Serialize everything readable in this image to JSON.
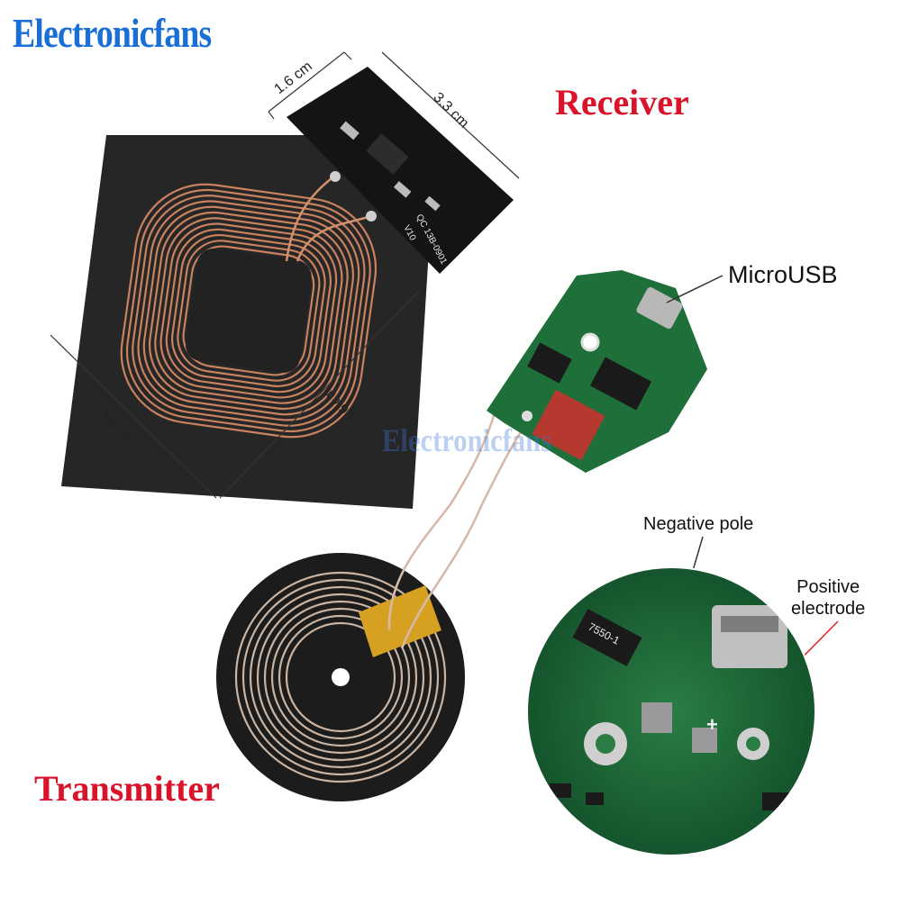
{
  "brand": "Electronicfans",
  "watermark": "Electronicfans",
  "labels": {
    "receiver": "Receiver",
    "transmitter": "Transmitter",
    "microusb": "MicroUSB",
    "negative_pole": "Negative pole",
    "positive_line1": "Positive",
    "positive_line2": "electrode"
  },
  "dimensions": {
    "board_width": "1.6 cm",
    "board_length": "3.3 cm",
    "coil_width": "3.6 cm",
    "coil_length": "4.6 cm"
  },
  "silkscreen": {
    "board_code": "QC 13B-0901",
    "version": "V10",
    "plus": "+",
    "ic_code": "7550-1"
  },
  "colors": {
    "brand_blue": "#1a6fd6",
    "label_red": "#d9132a",
    "copper": "#c9825f",
    "pcb_green": "#1f6f3a",
    "pad_black": "#1c1c1c"
  }
}
